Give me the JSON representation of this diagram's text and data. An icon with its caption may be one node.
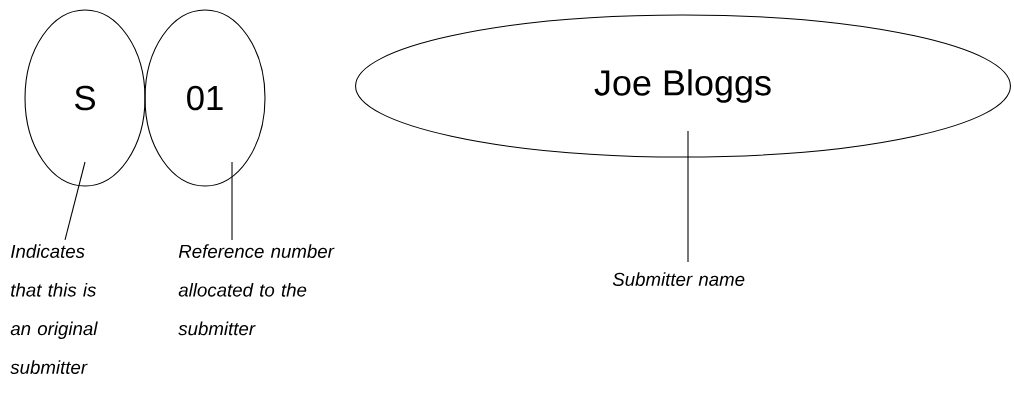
{
  "diagram": {
    "nodes": [
      {
        "text": [
          "S"
        ]
      },
      {
        "text": [
          "01"
        ]
      },
      {
        "text": [
          "Joe Bloggs"
        ]
      },
      {
        "text": [
          "Indicates that this is an original submitter"
        ]
      },
      {
        "text": [
          "Reference number allocated to the submitter"
        ]
      },
      {
        "text": [
          "Submitter name"
        ]
      }
    ],
    "edges": [
      {
        "from": 3,
        "to": 0,
        "arrow": "none"
      },
      {
        "from": 4,
        "to": 1,
        "arrow": "none"
      },
      {
        "from": 5,
        "to": 2,
        "arrow": "none"
      }
    ]
  }
}
